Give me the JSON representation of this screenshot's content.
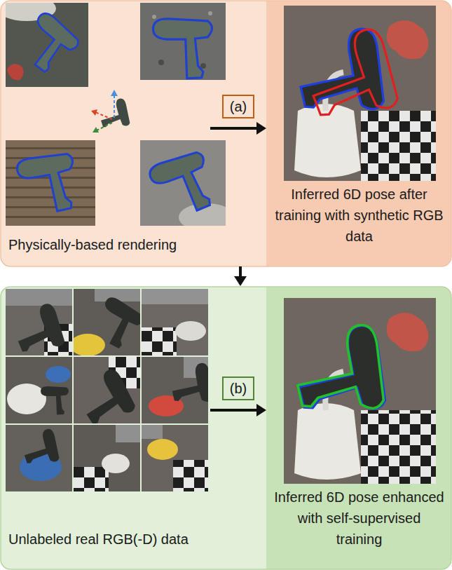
{
  "diagram": {
    "nodes": [
      {
        "text": [
          "Physically-based rendering"
        ]
      },
      {
        "text": [
          "Inferred 6D pose after training with synthetic RGB data"
        ]
      },
      {
        "text": [
          "Unlabeled real RGB(-D) data"
        ]
      },
      {
        "text": [
          "Inferred 6D pose enhanced with self-supervised training"
        ]
      }
    ],
    "edges": [
      {
        "from": 0,
        "to": 1,
        "arrow": "to",
        "label": "(a)"
      },
      {
        "from": 2,
        "to": 3,
        "arrow": "to",
        "label": "(b)"
      },
      {
        "from": 0,
        "to": 2,
        "arrow": "to"
      }
    ]
  }
}
